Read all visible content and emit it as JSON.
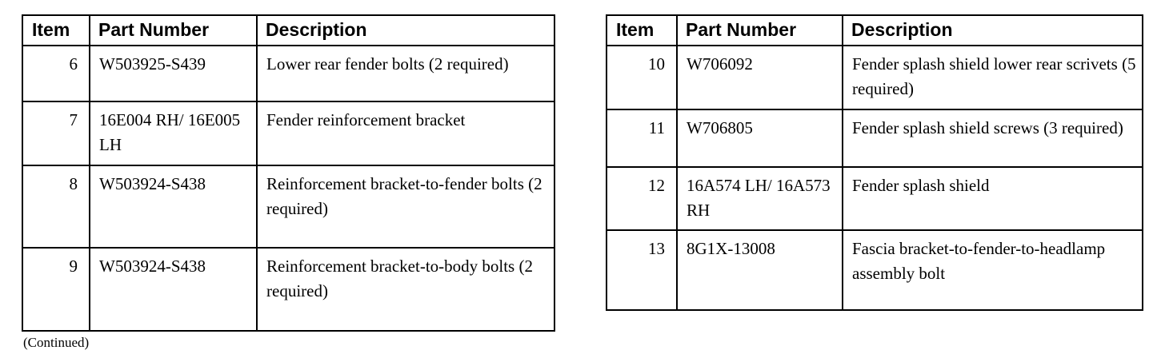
{
  "document": {
    "type": "parts-reference-table",
    "continued_note": "(Continued)"
  },
  "tables": [
    {
      "id": "left",
      "columns": [
        "Item",
        "Part Number",
        "Description"
      ],
      "rows": [
        {
          "item": "6",
          "part_number": "W503925-S439",
          "description": "Lower rear fender bolts (2 required)"
        },
        {
          "item": "7",
          "part_number": "16E004 RH/ 16E005 LH",
          "description": "Fender reinforcement bracket"
        },
        {
          "item": "8",
          "part_number": "W503924-S438",
          "description": "Reinforcement bracket-to-fender bolts (2 required)"
        },
        {
          "item": "9",
          "part_number": "W503924-S438",
          "description": "Reinforcement bracket-to-body bolts (2 required)"
        }
      ]
    },
    {
      "id": "right",
      "columns": [
        "Item",
        "Part Number",
        "Description"
      ],
      "rows": [
        {
          "item": "10",
          "part_number": "W706092",
          "description": "Fender splash shield lower rear scrivets (5 required)"
        },
        {
          "item": "11",
          "part_number": "W706805",
          "description": "Fender splash shield screws (3 required)"
        },
        {
          "item": "12",
          "part_number": "16A574 LH/ 16A573 RH",
          "description": "Fender splash shield"
        },
        {
          "item": "13",
          "part_number": "8G1X-13008",
          "description": "Fascia bracket-to-fender-to-headlamp assembly bolt"
        }
      ]
    }
  ]
}
